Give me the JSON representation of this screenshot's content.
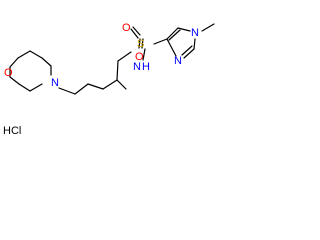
{
  "molecule": {
    "atoms": {
      "o_ring": "O",
      "n_ring": "N",
      "n_sulfonamide": "N",
      "h_sulfonamide": "H",
      "s": "S",
      "o_top": "O",
      "o_bottom": "O",
      "n_imidazole_top": "N",
      "n_imidazole_bottom": "N"
    },
    "counterion": "HCl"
  },
  "colors": {
    "oxygen": "#ff0000",
    "nitrogen": "#0000ff",
    "sulfur": "#c8a000",
    "bond": "#000000"
  }
}
